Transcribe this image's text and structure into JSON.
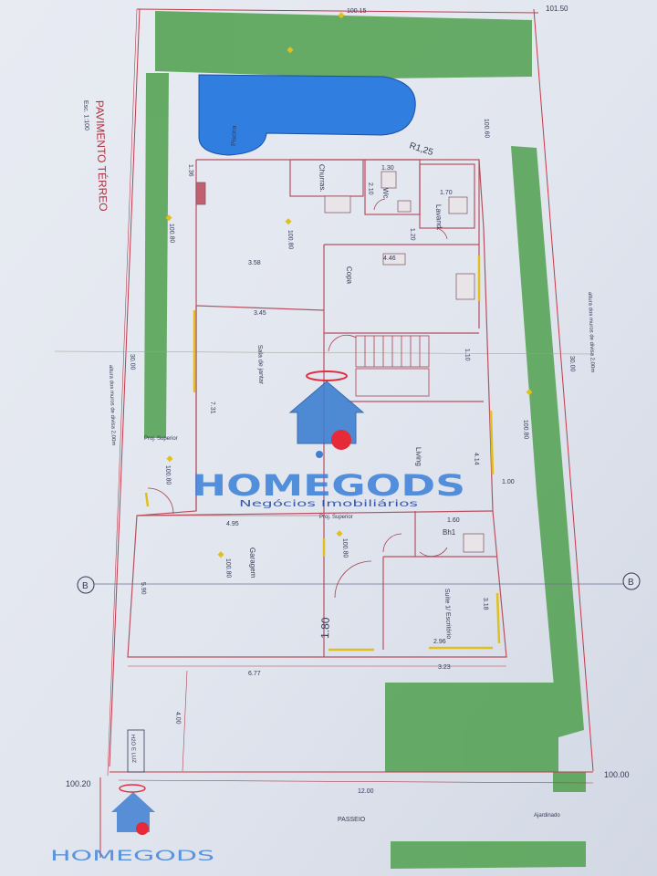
{
  "drawing": {
    "title": "PAVIMENTO TÉRREO",
    "scale": "Esc. 1:100",
    "rooms": {
      "pool_label": "Piscina",
      "chur": "Churras.",
      "wc": "Wc",
      "lavand": "Lavand.",
      "copa": "Copa",
      "jantar": "Sala de jantar",
      "living": "Living",
      "garagem": "Garagem",
      "suite": "Suíte 1/ Escritório",
      "bh1": "Bh1",
      "passeio": "PASSEIO",
      "jardim": "Ajardinado"
    },
    "notes": {
      "muro_left": "altura dos muros de divisa 2,00m",
      "muro_right": "altura dos muros de divisa 2,00m",
      "proj1": "Proj. Superior",
      "proj2": "Proj. Superior",
      "radius": "R1,25"
    },
    "levels": {
      "l1": "100.80",
      "l2": "100.80",
      "l3": "100.80",
      "l4": "100.80",
      "l5": "100.80",
      "l6": "100.80",
      "l7": "100.60",
      "corner_left": "100.20",
      "corner_right": "100.00"
    },
    "dims": {
      "d_495": "4.95",
      "d_677": "6.77",
      "d_296": "2.96",
      "d_323": "3.23",
      "d_180": "1.80",
      "d_358": "3.58",
      "d_345": "3.45",
      "d_731": "7.31",
      "d_414": "4.14",
      "d_100": "1.00",
      "d_400": "4.00",
      "d_1200": "12.00",
      "d_3000a": "30.00",
      "d_3000b": "30.00",
      "d_446": "4.46",
      "d_160": "1.60",
      "d_120": "1.20",
      "d_170": "1.70",
      "d_318": "3.18",
      "d_590": "5.90",
      "d_210": "2.10",
      "d_110": "1.10",
      "d_136": "1.36",
      "d_130": "1.30",
      "d_top": "100.15",
      "d_top_right": "101.50"
    },
    "markers": {
      "left": "B",
      "right": "B"
    },
    "meter_box": "H2O E LUZ"
  },
  "watermark": {
    "brand": "HOMEGODS",
    "tagline": "Negócios Imobiliários",
    "brand_small": "HOMEGODS"
  },
  "colors": {
    "paper": "#e4e8f0",
    "grass": "#5aa55a",
    "pool": "#2f7ee0",
    "wall": "#b85060",
    "yellow": "#e0c020"
  }
}
